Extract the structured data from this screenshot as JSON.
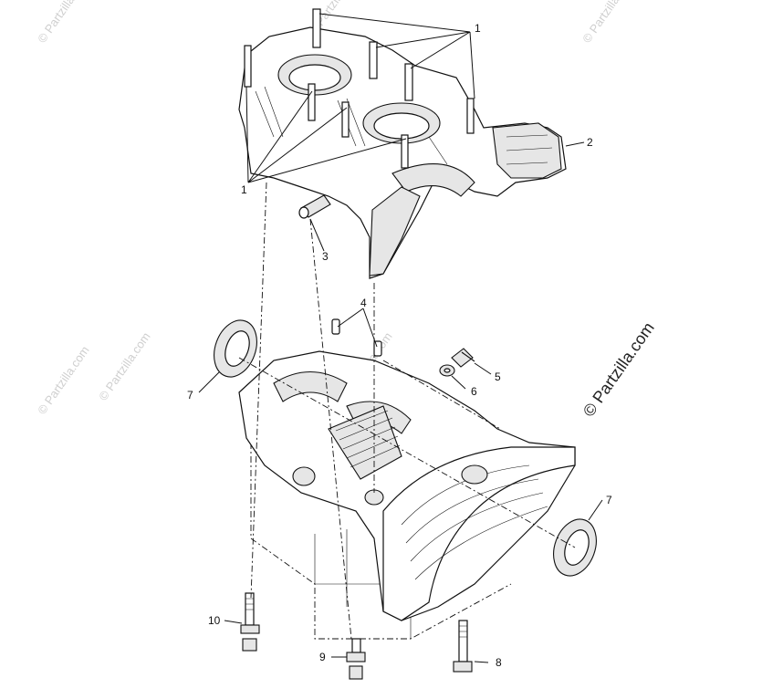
{
  "watermarks": {
    "main": "© Partzilla.com",
    "small": "© Partzilla.com"
  },
  "callouts": {
    "studs": "1",
    "upper_case": "2",
    "dowel_sleeve": "3",
    "dowel_pins": "4",
    "bolt_5": "5",
    "washer_6": "6",
    "seal_left": "7",
    "seal_right": "7",
    "bolt_8": "8",
    "bolt_9": "9",
    "bolt_10": "10"
  },
  "colors": {
    "ink": "#111111",
    "shade": "#e6e6e6",
    "watermark": "#cfcfcf"
  }
}
